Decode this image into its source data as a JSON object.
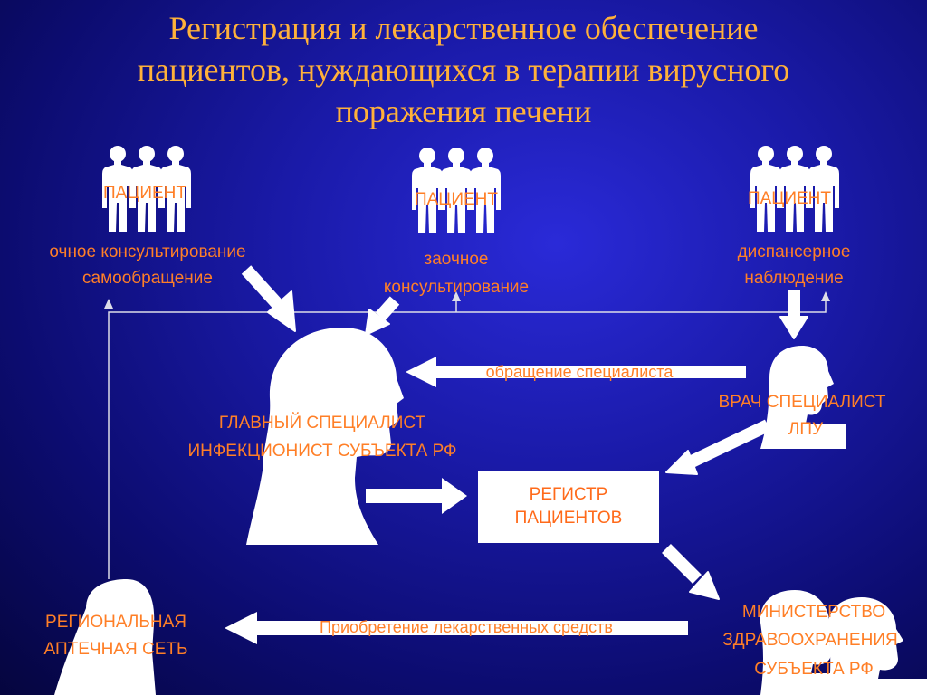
{
  "title_lines": [
    "Регистрация и лекарственное обеспечение",
    "пациентов, нуждающихся в терапии вирусного",
    "поражения печени"
  ],
  "patients": [
    {
      "title": "ПАЦИЕНТ",
      "lines": [
        "очное консультирование",
        "самообращение"
      ]
    },
    {
      "title": "ПАЦИЕНТ",
      "lines": [
        "заочное",
        "консультирование"
      ]
    },
    {
      "title": "ПАЦИЕНТ",
      "lines": [
        "диспансерное",
        "наблюдение"
      ]
    }
  ],
  "chief_specialist": [
    "ГЛАВНЫЙ СПЕЦИАЛИСТ",
    "ИНФЕКЦИОНИСТ СУБЪЕКТА РФ"
  ],
  "doctor_specialist": [
    "ВРАЧ СПЕЦИАЛИСТ",
    "ЛПУ"
  ],
  "specialist_request": "обращение специалиста",
  "registry": [
    "РЕГИСТР",
    "ПАЦИЕНТОВ"
  ],
  "ministry": [
    "МИНИСТЕРСТВО",
    "ЗДРАВООХРАНЕНИЯ",
    "СУБЪЕКТА РФ"
  ],
  "pharmacy": [
    "РЕГИОНАЛЬНАЯ",
    "АПТЕЧНАЯ СЕТЬ"
  ],
  "drug_purchase": "Приобретение лекарственных средств",
  "colors": {
    "title": "#ffb13a",
    "label": "#ff7f27",
    "background": "#1a1aa8",
    "shape": "#ffffff"
  }
}
